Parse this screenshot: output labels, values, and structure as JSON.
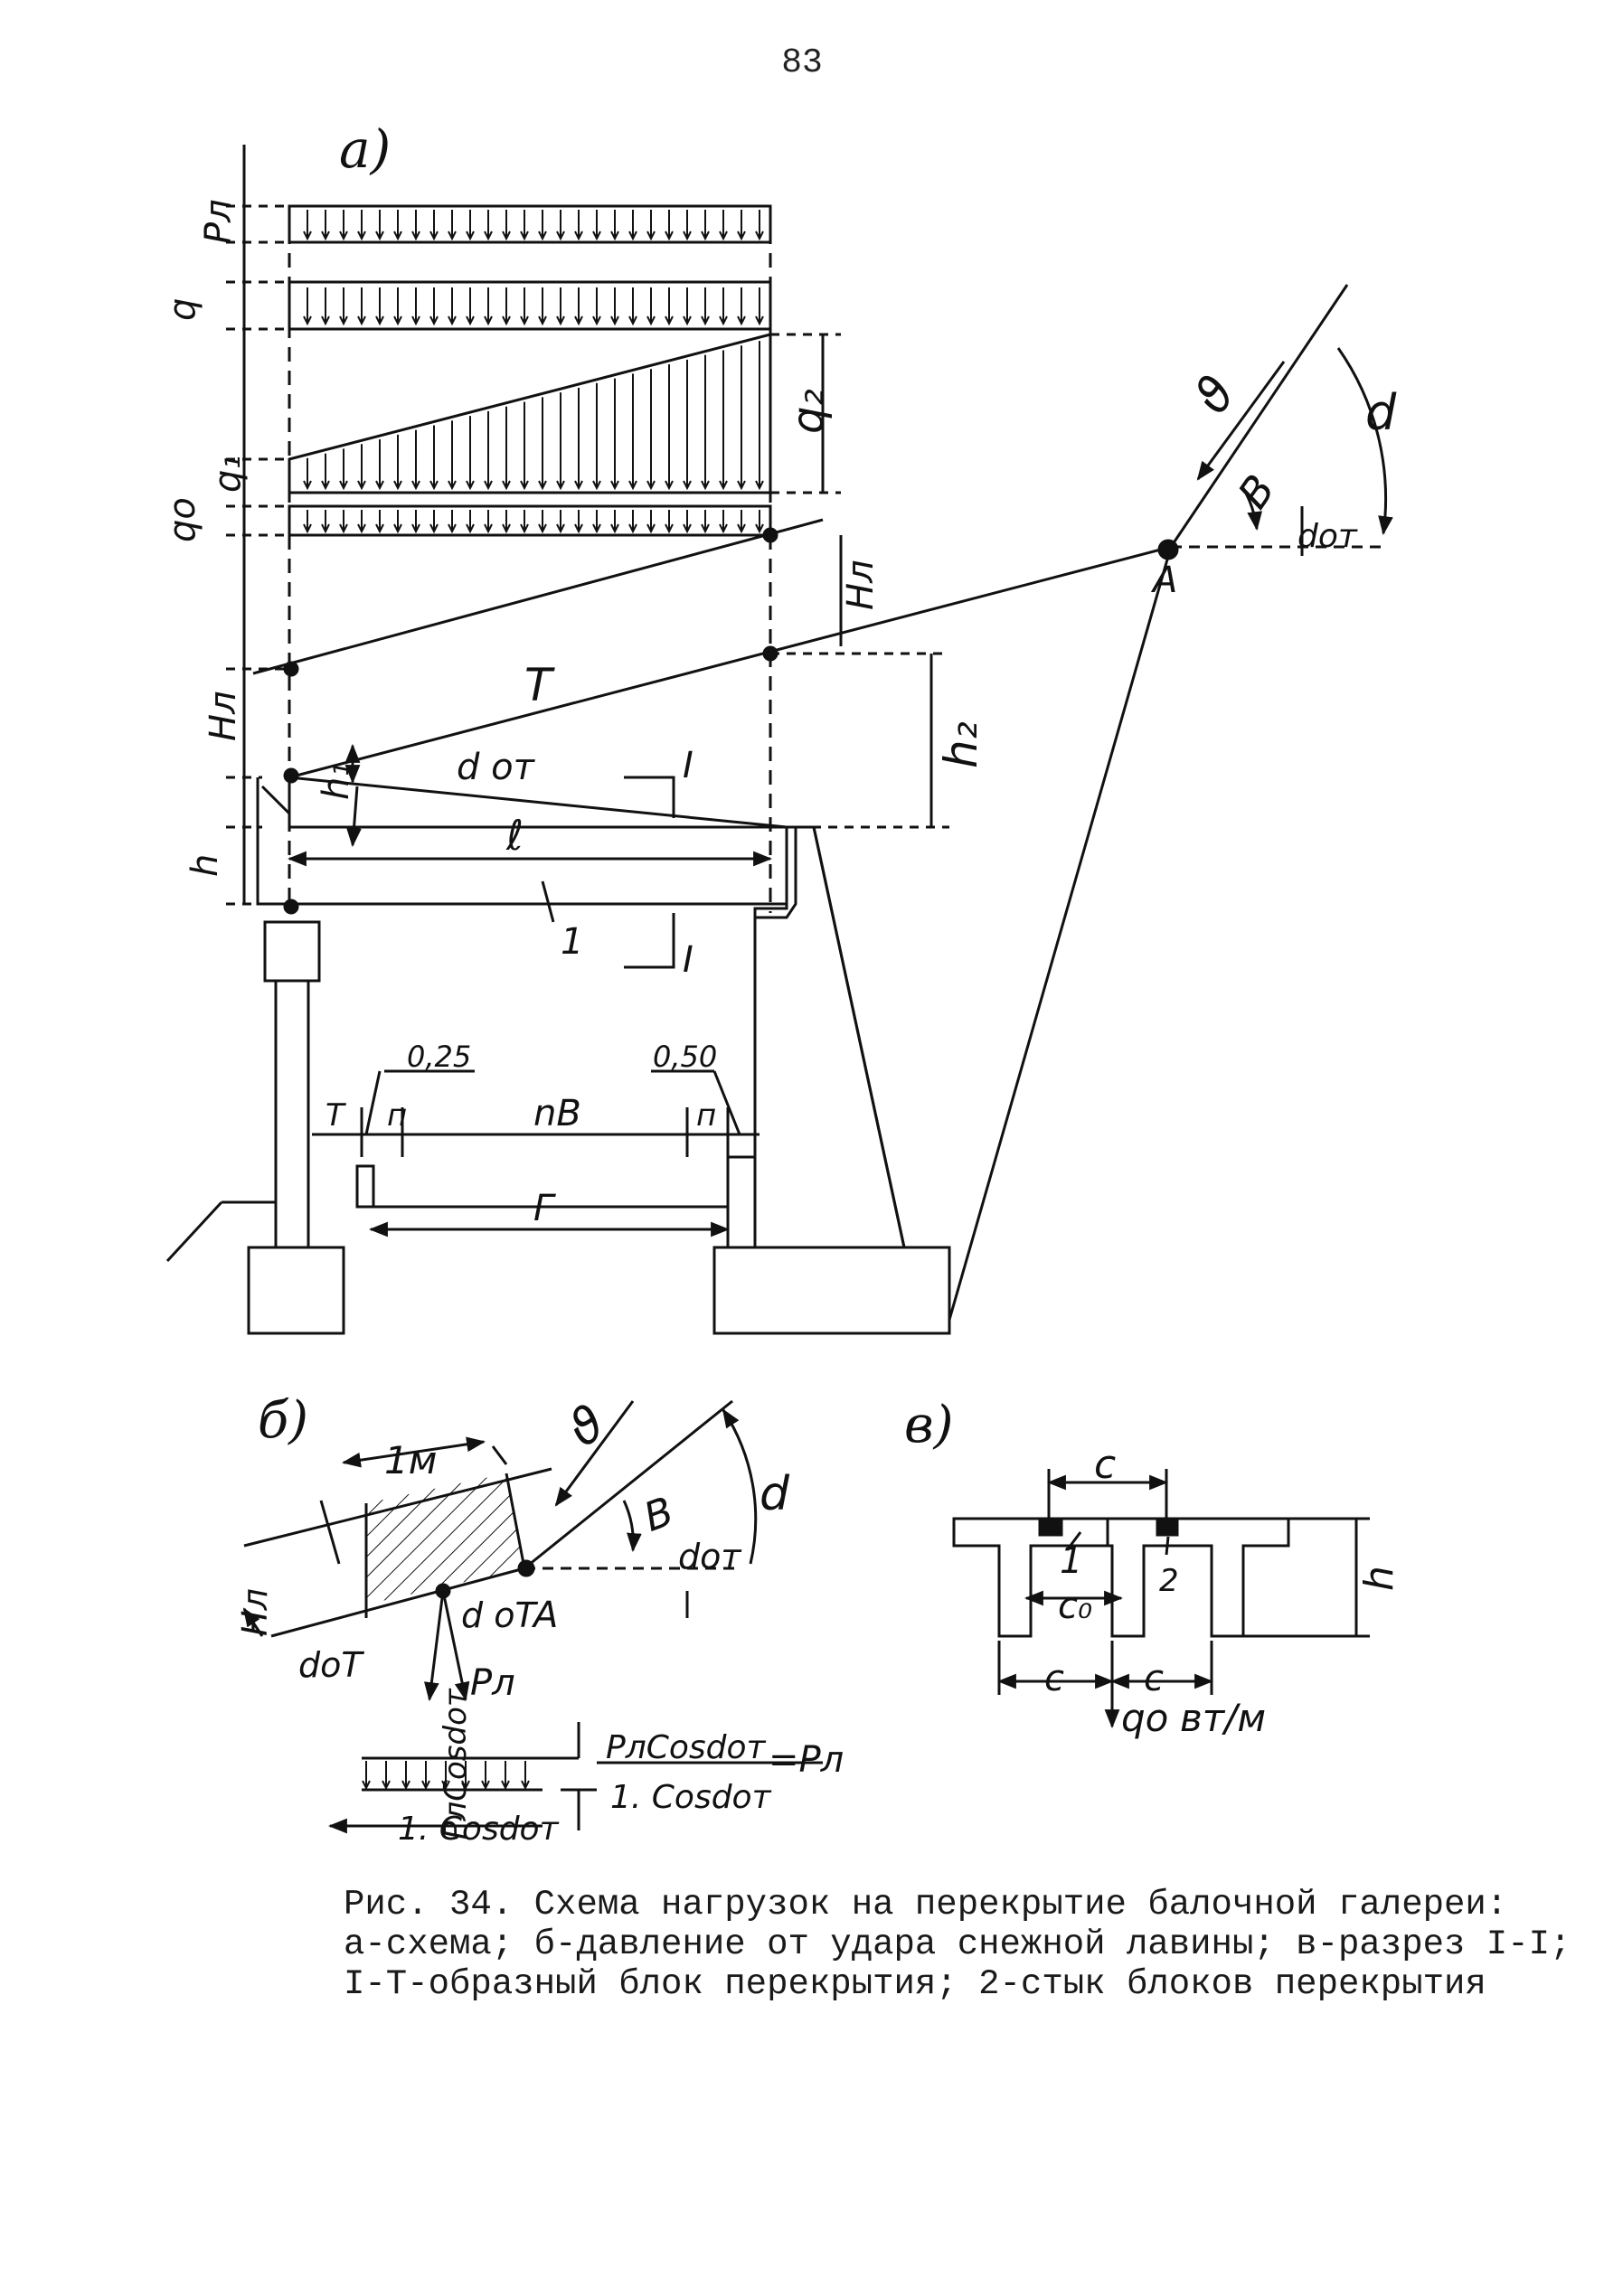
{
  "page_number": "83",
  "figure": {
    "panels": {
      "a": {
        "label": "а)",
        "labels": {
          "p_l": "Pл",
          "q": "q",
          "q2": "q₂",
          "q1": "q₁",
          "qo": "qо",
          "H_l_right": "Hл",
          "H_l_left": "Hл",
          "T": "T",
          "h1": "h₁",
          "alpha_ot": "d от",
          "h2": "h₂",
          "section_I_top": "I",
          "section_I_bottom": "I",
          "h": "h",
          "l": "ℓ",
          "num_1": "1",
          "dim_025": "0,25",
          "dim_050": "0,50",
          "t": "T",
          "p_left": "п",
          "nB": "nВ",
          "p_right": "п",
          "r": "Г",
          "v": "ϑ",
          "beta": "B",
          "alpha": "d",
          "alpha_ot_right": "dот",
          "A": "A"
        }
      },
      "b": {
        "label": "б)",
        "labels": {
          "one_m": "1м",
          "v": "ϑ",
          "beta": "B",
          "alpha": "d",
          "alpha_ot_top": "dот",
          "H_l": "Hл",
          "alpha_ot_left": "dоТ",
          "alpha_ot_mid": "d оТ",
          "A": "A",
          "p_l": "Pл",
          "p_cos": "PлCosdот",
          "formula_num": "PлCosdот",
          "formula_result": "=Pл",
          "formula_den": "1. Cosdот",
          "base_dim": "1. Cosdот"
        }
      },
      "c": {
        "label": "в)",
        "labels": {
          "c_top": "c",
          "h": "h",
          "num_1": "1",
          "num_2": "2",
          "c0": "c₀",
          "c_left": "c",
          "c_right": "c",
          "qo": "qо",
          "units": "вт/м"
        }
      }
    }
  },
  "caption": {
    "line1": "Рис. 34.  Схема нагрузок на перекрытие балочной галереи:",
    "line2": "а-схема; б-давление от удара снежной лавины; в-разрез I-I;",
    "line3": "I-T-образный блок перекрытия; 2-стык блоков перекрытия"
  }
}
